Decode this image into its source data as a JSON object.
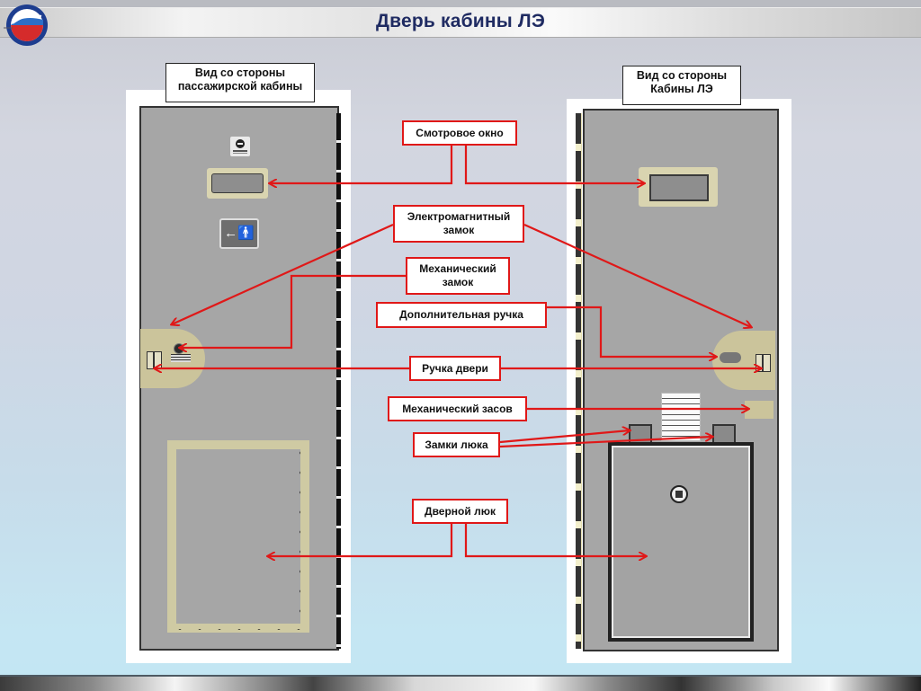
{
  "slide": {
    "title": "Дверь кабины ЛЭ",
    "logo": "airline-emblem-icon"
  },
  "views": {
    "left_caption": [
      "Вид со стороны",
      "пассажирской кабины"
    ],
    "right_caption": [
      "Вид со стороны",
      "Кабины ЛЭ"
    ]
  },
  "labels": {
    "viewing_window": "Смотровое окно",
    "electromagnetic_lock": [
      "Электромагнитный",
      "замок"
    ],
    "mechanical_lock": [
      "Механический",
      "замок"
    ],
    "additional_handle": "Дополнительная ручка",
    "door_handle": "Ручка двери",
    "mechanical_bolt": "Механический засов",
    "hatch_locks": "Замки люка",
    "door_hatch": "Дверной люк"
  },
  "door_signs": {
    "no_entry": "no-entry-sign-icon",
    "restroom": "restroom-direction-sign-icon",
    "hatch_placard": "hatch-instruction-placard",
    "hatch_release": "hatch-release-icon"
  },
  "colors": {
    "title": "#1f2b62",
    "callout": "#e01818",
    "door": "#a6a6a6",
    "frame_tan": "#d4cfaa"
  }
}
